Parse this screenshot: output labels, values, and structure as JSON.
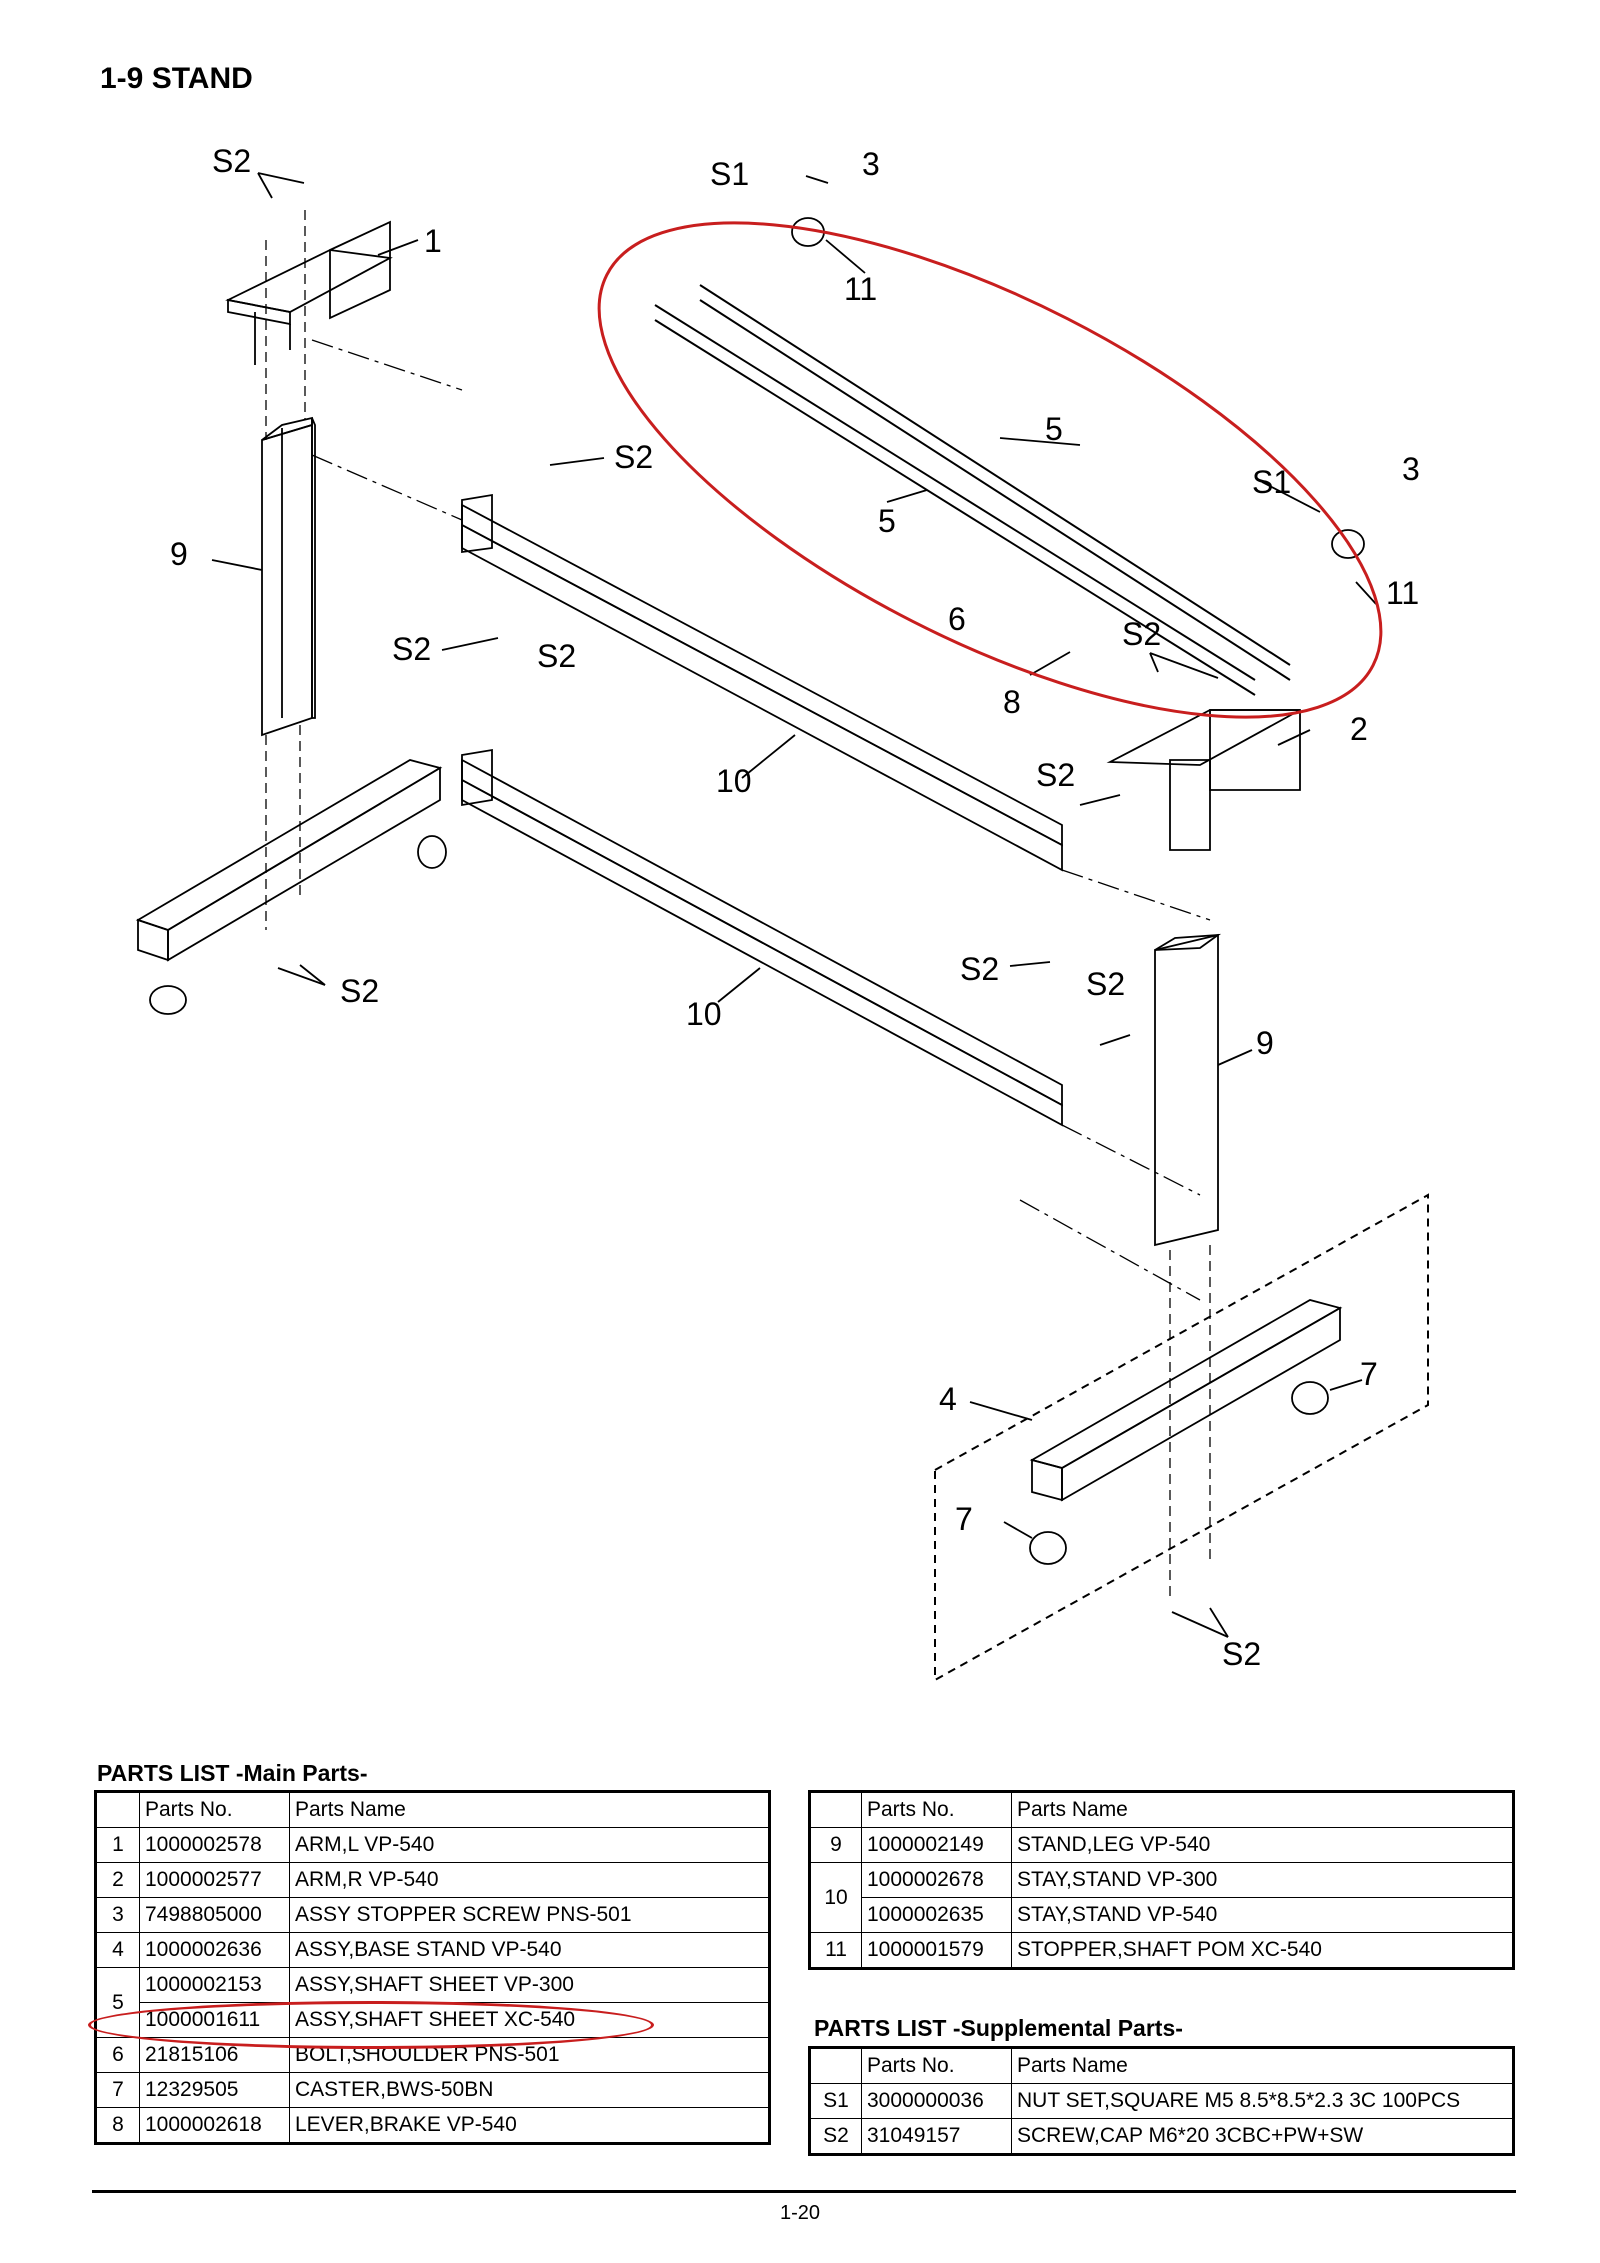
{
  "header": {
    "title": "1-9 STAND"
  },
  "diagram": {
    "callouts": {
      "s2_tl": "S2",
      "c1": "1",
      "s1_top": "S1",
      "c3_top": "3",
      "c11_top": "11",
      "s2_mid": "S2",
      "c9_left": "9",
      "c5_a": "5",
      "c5_b": "5",
      "s1_right": "S1",
      "c3_right": "3",
      "c11_right": "11",
      "c6": "6",
      "s2_r1": "S2",
      "c8": "8",
      "c2": "2",
      "s2_l2": "S2",
      "s2_l3": "S2",
      "c10_a": "10",
      "s2_r2": "S2",
      "s2_bl": "S2",
      "s2_r3": "S2",
      "c10_b": "10",
      "s2_r4": "S2",
      "c9_right": "9",
      "c4": "4",
      "c7_a": "7",
      "c7_b": "7",
      "s2_bottom": "S2"
    },
    "highlight_color": "#c81e1e"
  },
  "main_list": {
    "title": "PARTS LIST -Main Parts-",
    "col_no": "Parts No.",
    "col_name": "Parts Name",
    "rows": [
      {
        "idx": "1",
        "no": "1000002578",
        "name": "ARM,L VP-540"
      },
      {
        "idx": "2",
        "no": "1000002577",
        "name": "ARM,R VP-540"
      },
      {
        "idx": "3",
        "no": "7498805000",
        "name": "ASSY STOPPER SCREW PNS-501"
      },
      {
        "idx": "4",
        "no": "1000002636",
        "name": "ASSY,BASE STAND VP-540"
      },
      {
        "idx": "5",
        "no": "1000002153",
        "name": "ASSY,SHAFT SHEET VP-300"
      },
      {
        "idx": "",
        "no": "1000001611",
        "name": "ASSY,SHAFT SHEET XC-540"
      },
      {
        "idx": "6",
        "no": "21815106",
        "name": "BOLT,SHOULDER PNS-501"
      },
      {
        "idx": "7",
        "no": "12329505",
        "name": "CASTER,BWS-50BN"
      },
      {
        "idx": "8",
        "no": "1000002618",
        "name": "LEVER,BRAKE VP-540"
      }
    ]
  },
  "right_list": {
    "col_no": "Parts No.",
    "col_name": "Parts Name",
    "rows": [
      {
        "idx": "9",
        "no": "1000002149",
        "name": "STAND,LEG VP-540"
      },
      {
        "idx": "10",
        "no": "1000002678",
        "name": "STAY,STAND VP-300"
      },
      {
        "idx": "",
        "no": "1000002635",
        "name": "STAY,STAND VP-540"
      },
      {
        "idx": "11",
        "no": "1000001579",
        "name": "STOPPER,SHAFT POM XC-540"
      }
    ]
  },
  "supp_list": {
    "title": "PARTS LIST -Supplemental Parts-",
    "col_no": "Parts No.",
    "col_name": "Parts Name",
    "rows": [
      {
        "idx": "S1",
        "no": "3000000036",
        "name": "NUT SET,SQUARE M5 8.5*8.5*2.3 3C 100PCS"
      },
      {
        "idx": "S2",
        "no": "31049157",
        "name": "SCREW,CAP M6*20 3CBC+PW+SW"
      }
    ]
  },
  "footer": {
    "page": "1-20"
  }
}
